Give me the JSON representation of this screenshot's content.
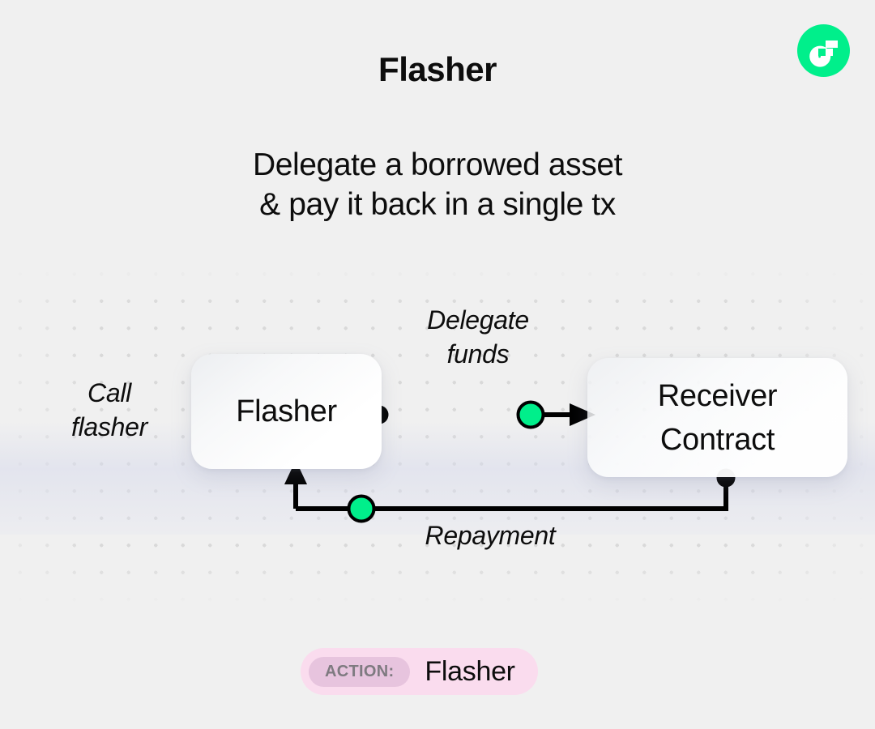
{
  "brand": {
    "logo_icon": "flow-logo-icon",
    "logo_color": "#00ef8b"
  },
  "header": {
    "title": "Flasher",
    "subtitle_line1": "Delegate a borrowed asset",
    "subtitle_line2": "& pay it back in a single tx"
  },
  "diagram": {
    "nodes": [
      {
        "id": "flasher",
        "label": "Flasher"
      },
      {
        "id": "receiver",
        "label": "Receiver\nContract"
      }
    ],
    "labels": {
      "call": "Call\nflasher",
      "delegate": "Delegate\nfunds",
      "repayment": "Repayment"
    },
    "accent_color": "#00ef8b",
    "wire_color": "#000000",
    "dot_color": "#d8d8d8"
  },
  "footer": {
    "action_tag": "ACTION:",
    "action_value": "Flasher",
    "pill_color": "#fadcee",
    "tag_color": "#e7c4de"
  }
}
